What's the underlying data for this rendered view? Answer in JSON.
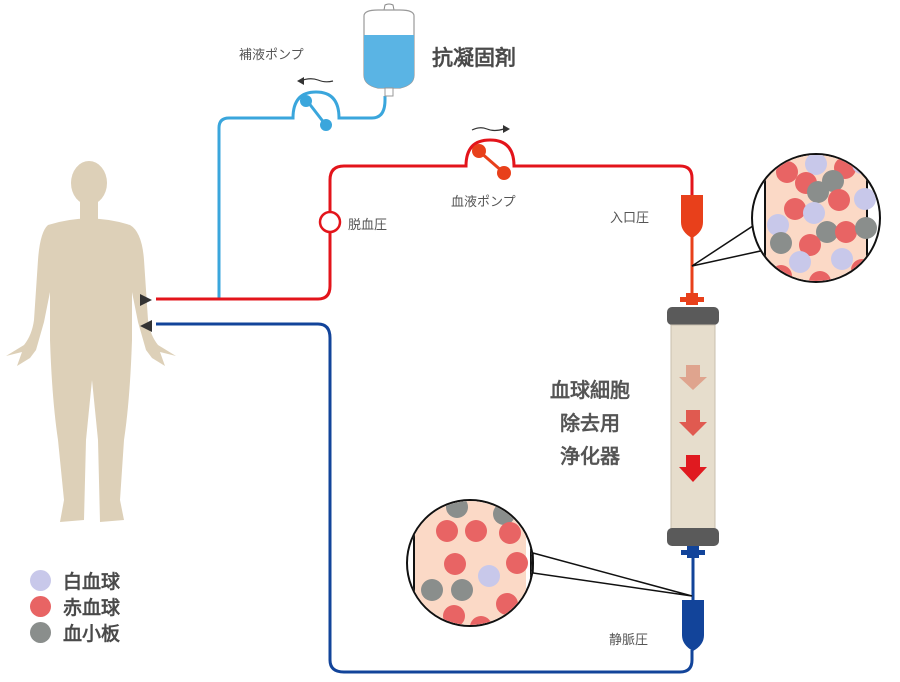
{
  "diagram": {
    "title": "血球細胞除去療法 回路図",
    "labels": {
      "anticoagulant": "抗凝固剤",
      "infusion_pump": "補液ポンプ",
      "blood_pump": "血液ポンプ",
      "withdrawal_pressure": "脱血圧",
      "inlet_pressure": "入口圧",
      "venous_pressure": "静脈圧",
      "filter_line1": "血球細胞",
      "filter_line2": "除去用",
      "filter_line3": "浄化器"
    },
    "legend": [
      {
        "label": "白血球",
        "color": "#c8c8ea"
      },
      {
        "label": "赤血球",
        "color": "#e86464"
      },
      {
        "label": "血小板",
        "color": "#8a8e8c"
      }
    ],
    "colors": {
      "arterial_line": "#e3141b",
      "venous_line": "#12449a",
      "infusion_line": "#3aa6dc",
      "body": "#ddd0b8",
      "filter_cap": "#5a5a5a",
      "filter_body": "#e6ddcc",
      "magnifier_bg": "#fbd9c6"
    }
  }
}
